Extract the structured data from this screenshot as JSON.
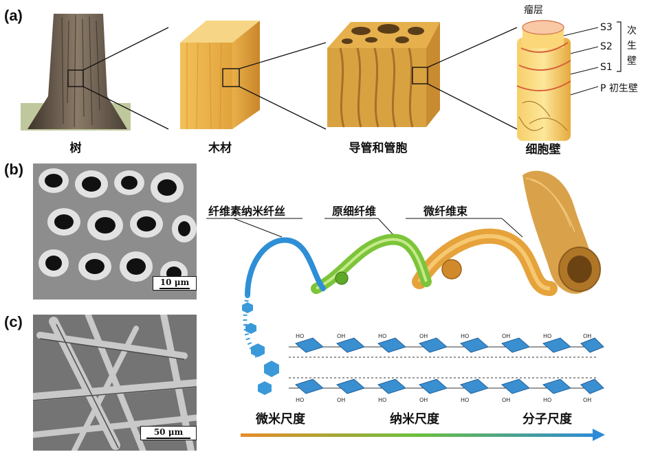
{
  "panels": {
    "a": {
      "tag": "(a)",
      "captions": [
        "树",
        "木材",
        "导管和管胞",
        "细胞壁"
      ],
      "cell_wall_labels": {
        "warty_layer": "瘤层",
        "s3": "S3",
        "s2": "S2",
        "s1": "S1",
        "secondary_wall": "次生壁",
        "primary_wall": "P 初生壁"
      }
    },
    "b": {
      "tag": "(b)",
      "scalebar": "10 μm"
    },
    "c": {
      "tag": "(c)",
      "scalebar": "50 μm"
    }
  },
  "hierarchy": {
    "fiber_labels": [
      "纤维素纳米纤丝",
      "原细纤维",
      "微纤维束"
    ],
    "scale_labels": [
      "微米尺度",
      "纳米尺度",
      "分子尺度"
    ]
  },
  "colors": {
    "nanofibril": "#2e8fd6",
    "elementary_fibril": "#7cc43a",
    "microfibril_bundle": "#e8a33a",
    "cellulose_ring": "#3a9ad9",
    "arrow_start": "#e88b2a",
    "arrow_mid": "#6cbf3f",
    "arrow_end": "#2f8ad6"
  }
}
